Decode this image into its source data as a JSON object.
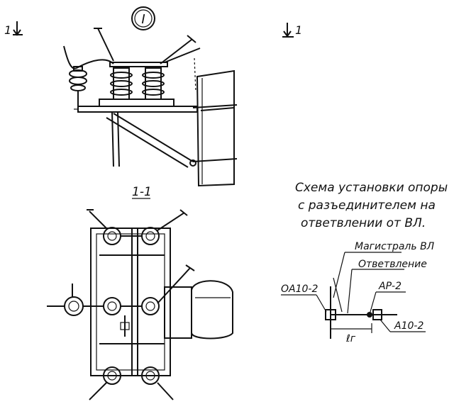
{
  "marks": {
    "circle_mark": "I",
    "section_left": "1",
    "section_right": "1",
    "section_view": "1-1"
  },
  "scheme": {
    "title_line1": "Схема установки опоры",
    "title_line2": "с разъединителем на",
    "title_line3": "ответвлении от ВЛ.",
    "label_main": "Магистраль ВЛ",
    "label_branch": "Ответвление",
    "label_clamp_left": "ОА10-2",
    "label_ap": "АР-2",
    "label_clamp_right": "А10-2",
    "label_length": "ℓг"
  }
}
